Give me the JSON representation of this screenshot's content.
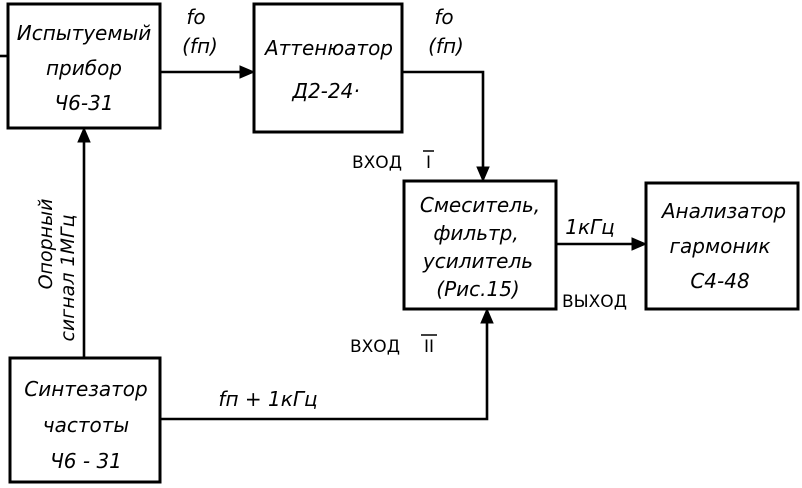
{
  "blocks": {
    "device": [
      "Испытуемый",
      "прибор",
      "Ч6-31"
    ],
    "attenuator": [
      "Аттенюатор",
      "Д2-24·"
    ],
    "mixer": [
      "Смеситель,",
      "фильтр,",
      "усилитель",
      "(Рис.15)"
    ],
    "analyzer": [
      "Анализатор",
      "гармоник",
      "С4-48"
    ],
    "synth": [
      "Синтезатор",
      "частоты",
      "Ч6 - 31"
    ]
  },
  "labels": {
    "f0_a": "fo",
    "fn_a": "(fп)",
    "f0_b": "fo",
    "fn_b": "(fп)",
    "input1": "ВХОД",
    "input1_num": "I",
    "input2": "ВХОД",
    "input2_num": "II",
    "khz": "1кГц",
    "output": "ВЫХОД",
    "fn_plus": "fп + 1кГц",
    "ref1": "Опорный",
    "ref2": "сигнал 1МГц"
  }
}
